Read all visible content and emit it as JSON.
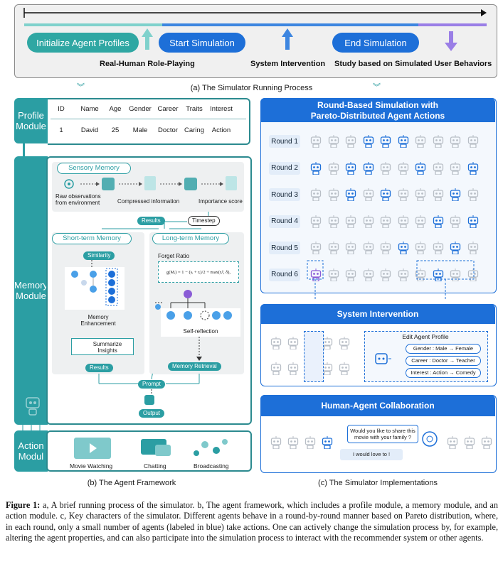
{
  "panel_a": {
    "pills": [
      {
        "label": "Initialize Agent Profiles",
        "color": "#2fa7a3"
      },
      {
        "label": "Start Simulation",
        "color": "#1d6fd8"
      },
      {
        "label": "End Simulation",
        "color": "#1d6fd8"
      }
    ],
    "captions": {
      "real_human": "Real-Human Role-Playing",
      "system_intervention": "System Intervention",
      "study": "Study based on Simulated User Behaviors"
    },
    "title": "(a) The Simulator Running Process"
  },
  "panel_b": {
    "profile_tab": "Profile\nModule",
    "profile_table": {
      "headers": [
        "ID",
        "Name",
        "Age",
        "Gender",
        "Career",
        "Traits",
        "Interest"
      ],
      "row": [
        "1",
        "David",
        "25",
        "Male",
        "Doctor",
        "Caring",
        "Action"
      ]
    },
    "memory_tab": "Memory\nModule",
    "sensory_memory": "Sensory Memory",
    "raw_obs": "Raw observations\nfrom environment",
    "compressed": "Compressed information",
    "importance": "Importance score",
    "results": "Results",
    "timestep": "Timestep",
    "short_term": "Short-term Memory",
    "long_term": "Long-term Memory",
    "similarity": "Similarity",
    "memory_enhancement": "Memory\nEnhancement",
    "summarize": "Summarize\nInsights",
    "results2": "Results",
    "forget_ratio": "Forget Ratio",
    "formula": "g(Mᵢ) = 1 − (sᵢ + rᵢ)/2 + max(rᵢᵝ, δ),",
    "self_reflection": "Self-reflection",
    "memory_retrieval": "Memory Retrieval",
    "prompt": "Prompt",
    "output": "Output",
    "action_tab": "Action\nModul",
    "actions": [
      "Movie Watching",
      "Chatting",
      "Broadcasting"
    ],
    "title": "(b) The Agent Framework"
  },
  "panel_c": {
    "round_header": "Round-Based Simulation with\nPareto-Distributed Agent Actions",
    "rounds": [
      "Round 1",
      "Round 2",
      "Round 3",
      "Round 4",
      "Round 5",
      "Round 6"
    ],
    "active": [
      [
        3,
        4,
        5
      ],
      [
        0,
        2,
        3,
        6,
        9
      ],
      [
        2,
        4,
        8
      ],
      [
        7,
        9
      ],
      [
        5,
        8
      ],
      [
        0,
        7
      ]
    ],
    "intervention_header": "System Intervention",
    "edit_profile": "Edit Agent Profile",
    "edits": [
      "Gender : Male → Female",
      "Career : Doctor → Teacher",
      "Interest : Action → Comedy"
    ],
    "collab_header": "Human-Agent Collaboration",
    "bubble_q": "Would you like to share this\nmovie with your family ?",
    "bubble_a": "I would love to !",
    "title": "(c) The Simulator Implementations"
  },
  "colors": {
    "teal": "#2b9ea3",
    "blue": "#1d6fd8",
    "purple": "#8a5cd6",
    "gray_bot": "#b8bec6"
  },
  "caption": {
    "label": "Figure 1:",
    "text": " a, A brief running process of the simulator. b, The agent framework, which includes a profile module, a memory module, and an action module. c, Key characters of the simulator. Different agents behave in a round-by-round manner based on Pareto distribution, where, in each round, only a small number of agents (labeled in blue) take actions. One can actively change the simulation process by, for example, altering the agent properties, and can also participate into the simulation process to interact with the recommender system or other agents."
  }
}
